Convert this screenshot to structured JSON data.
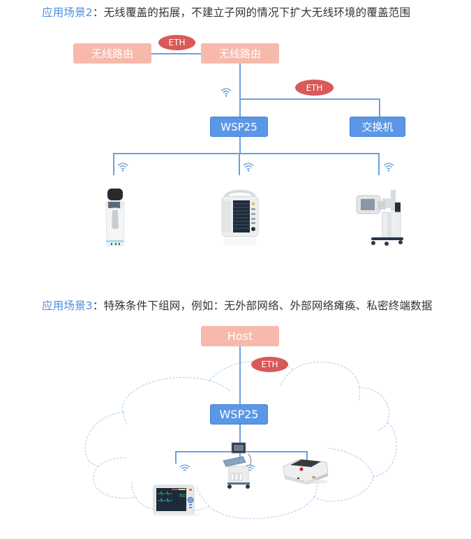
{
  "scene2": {
    "heading_accent": "应用场景2",
    "heading_text": "：无线覆盖的拓展，不建立子网的情况下扩大无线环境的覆盖范围",
    "router_left": "无线路由",
    "router_right": "无线路由",
    "eth_link_1": "ETH",
    "eth_link_2": "ETH",
    "wsp_node": "WSP25",
    "switch_node": "交换机",
    "devices": [
      {
        "name": "service-robot",
        "icon": "robot-icon"
      },
      {
        "name": "ecg-machine",
        "icon": "ecg-machine-icon"
      },
      {
        "name": "mobile-xray",
        "icon": "c-arm-xray-icon"
      }
    ]
  },
  "scene3": {
    "heading_accent": "应用场景3",
    "heading_text": "：特殊条件下组网，例如：无外部网络、外部网络瘫痪、私密终端数据",
    "host_node": "Host",
    "eth_link": "ETH",
    "wsp_node": "WSP25",
    "devices": [
      {
        "name": "patient-monitor",
        "icon": "patient-monitor-icon"
      },
      {
        "name": "ultrasound",
        "icon": "ultrasound-icon"
      },
      {
        "name": "agv-robot",
        "icon": "agv-robot-icon"
      }
    ]
  },
  "colors": {
    "accent": "#4a8fe0",
    "router_pink": "#f6b9ab",
    "node_blue": "#5b97e6",
    "eth_red": "#d95858",
    "line_blue": "#6b9fe4"
  }
}
